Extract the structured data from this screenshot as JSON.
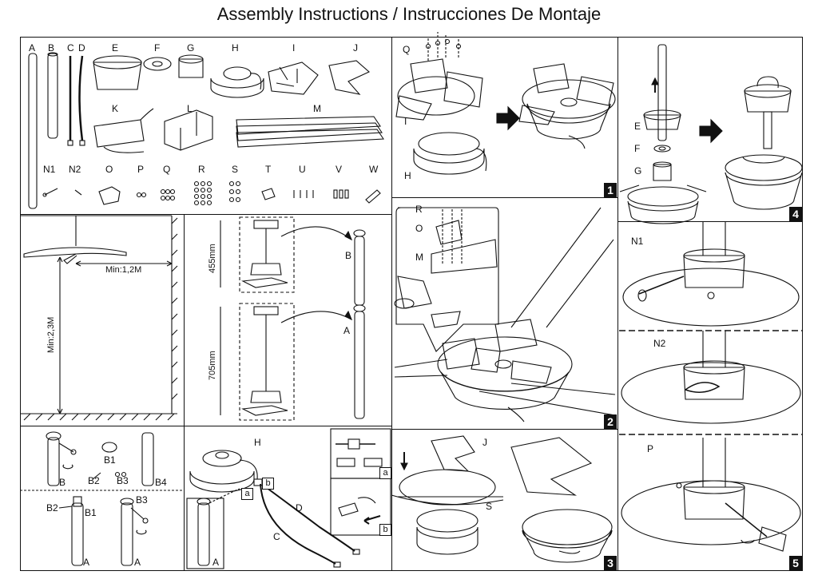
{
  "title": "Assembly Instructions / Instrucciones De Montaje",
  "parts": {
    "A": "A",
    "B": "B",
    "C": "C",
    "D": "D",
    "E": "E",
    "F": "F",
    "G": "G",
    "H": "H",
    "I": "I",
    "J": "J",
    "K": "K",
    "L": "L",
    "M": "M",
    "N1": "N1",
    "N2": "N2",
    "O": "O",
    "P": "P",
    "Q": "Q",
    "R": "R",
    "S": "S",
    "T": "T",
    "U": "U",
    "V": "V",
    "W": "W"
  },
  "clearance": {
    "min_side": "Min:1,2M",
    "min_height": "Min:2,3M"
  },
  "downrod": {
    "short": "455mm",
    "long": "705mm",
    "short_label": "B",
    "long_label": "A"
  },
  "rod_detail": {
    "b": "B",
    "b1": "B1",
    "b2": "B2",
    "b3": "B3",
    "b4": "B4",
    "a": "A",
    "a2": "B2",
    "a1": "B1",
    "a3": "B3",
    "a4": "A"
  },
  "wiring": {
    "h": "H",
    "c": "C",
    "d": "D",
    "a": "A",
    "sub_a": "a",
    "sub_b": "b"
  },
  "steps": {
    "s1": {
      "num": "1",
      "q": "Q",
      "i": "I",
      "h": "H"
    },
    "s2": {
      "num": "2",
      "r": "R",
      "o": "O",
      "m": "M"
    },
    "s3": {
      "num": "3",
      "j": "J",
      "s": "S"
    },
    "s4": {
      "num": "4",
      "e": "E",
      "f": "F",
      "g": "G"
    },
    "s5": {
      "num": "5",
      "n1": "N1",
      "n2": "N2",
      "p": "P"
    }
  }
}
